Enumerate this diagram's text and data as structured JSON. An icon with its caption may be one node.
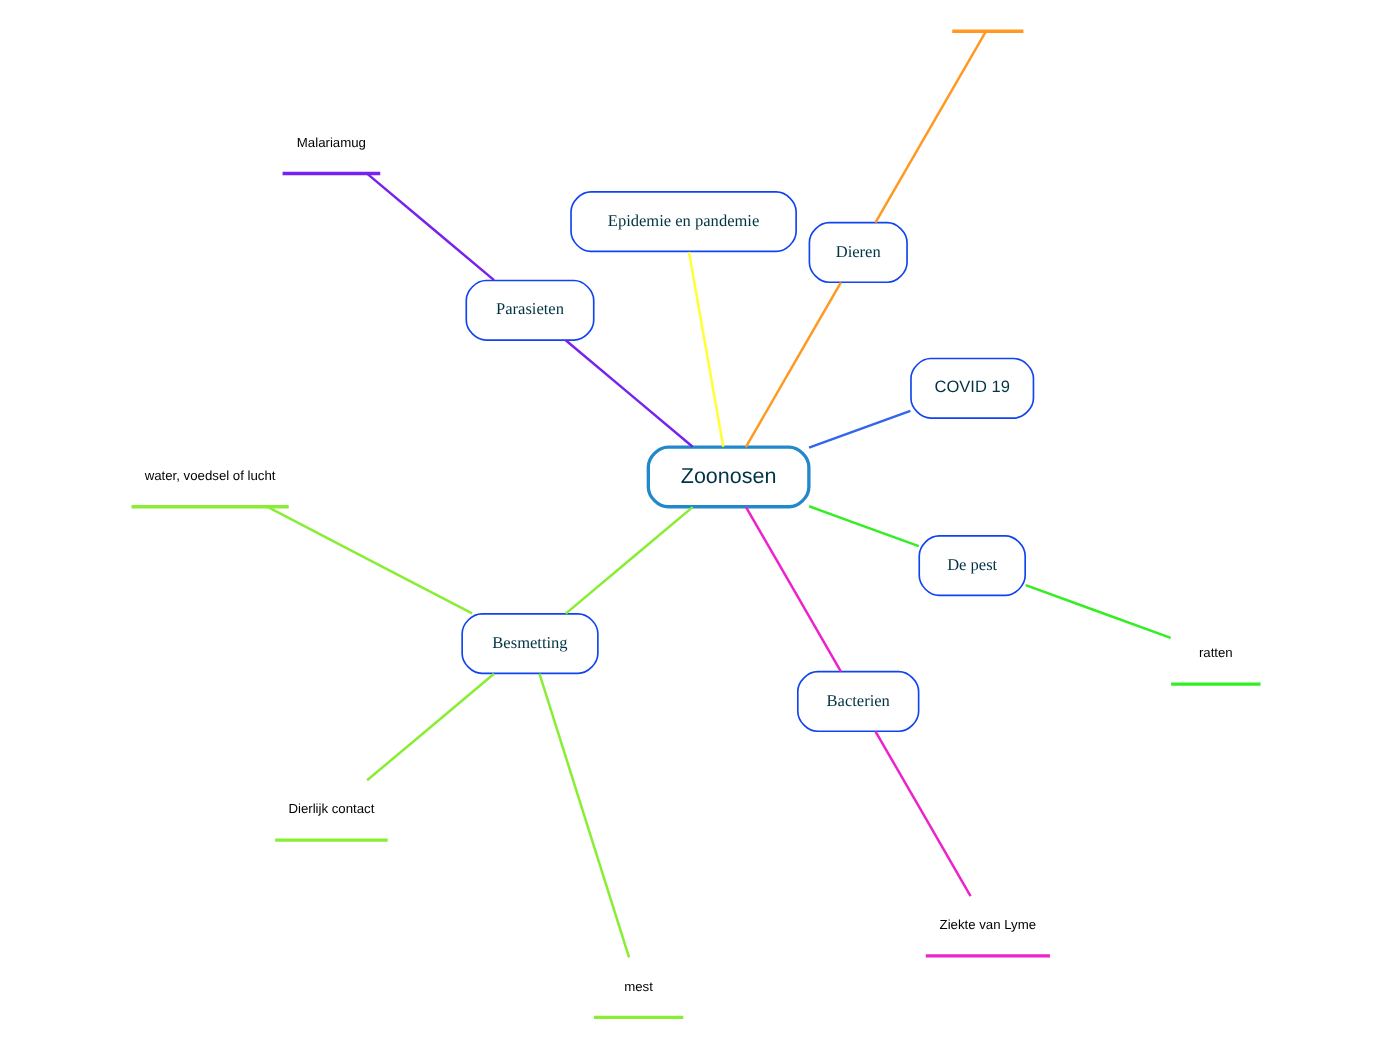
{
  "diagram": {
    "nodes": [
      {
        "text": [
          "Zoonosen"
        ]
      },
      {
        "text": [
          "COVID 19"
        ]
      },
      {
        "text": [
          "Dieren"
        ]
      },
      {
        "text": [],
        "shape": "bar"
      },
      {
        "text": [
          "Epidemie en pandemie"
        ]
      },
      {
        "text": [
          "Parasieten"
        ]
      },
      {
        "text": [
          "Malariamug"
        ]
      },
      {
        "text": [
          "Besmetting"
        ]
      },
      {
        "text": [
          "water, voedsel of lucht"
        ]
      },
      {
        "text": [
          "Dierlijk contact"
        ]
      },
      {
        "text": [
          "mest"
        ]
      },
      {
        "text": [
          "Bacterien"
        ]
      },
      {
        "text": [
          "Ziekte van Lyme"
        ]
      },
      {
        "text": [
          "De pest"
        ]
      },
      {
        "text": [
          "ratten"
        ]
      }
    ],
    "edges": [
      {
        "from": 0,
        "to": 1,
        "arrow": "none",
        "color": "#3366ee"
      },
      {
        "from": 0,
        "to": 2,
        "arrow": "none",
        "color": "#ff9922"
      },
      {
        "from": 2,
        "to": 3,
        "arrow": "none",
        "color": "#ff9922"
      },
      {
        "from": 0,
        "to": 4,
        "arrow": "none",
        "color": "#ffff33"
      },
      {
        "from": 0,
        "to": 5,
        "arrow": "none",
        "color": "#7722ee"
      },
      {
        "from": 5,
        "to": 6,
        "arrow": "none",
        "color": "#7722ee"
      },
      {
        "from": 0,
        "to": 7,
        "arrow": "none",
        "color": "#88ee33"
      },
      {
        "from": 7,
        "to": 8,
        "arrow": "none",
        "color": "#88ee33"
      },
      {
        "from": 7,
        "to": 9,
        "arrow": "none",
        "color": "#88ee33"
      },
      {
        "from": 7,
        "to": 10,
        "arrow": "none",
        "color": "#88ee33"
      },
      {
        "from": 0,
        "to": 11,
        "arrow": "none",
        "color": "#ee22cc"
      },
      {
        "from": 11,
        "to": 12,
        "arrow": "none",
        "color": "#ee22cc"
      },
      {
        "from": 0,
        "to": 13,
        "arrow": "none",
        "color": "#33ee22"
      },
      {
        "from": 13,
        "to": 14,
        "arrow": "none",
        "color": "#33ee22"
      }
    ]
  }
}
